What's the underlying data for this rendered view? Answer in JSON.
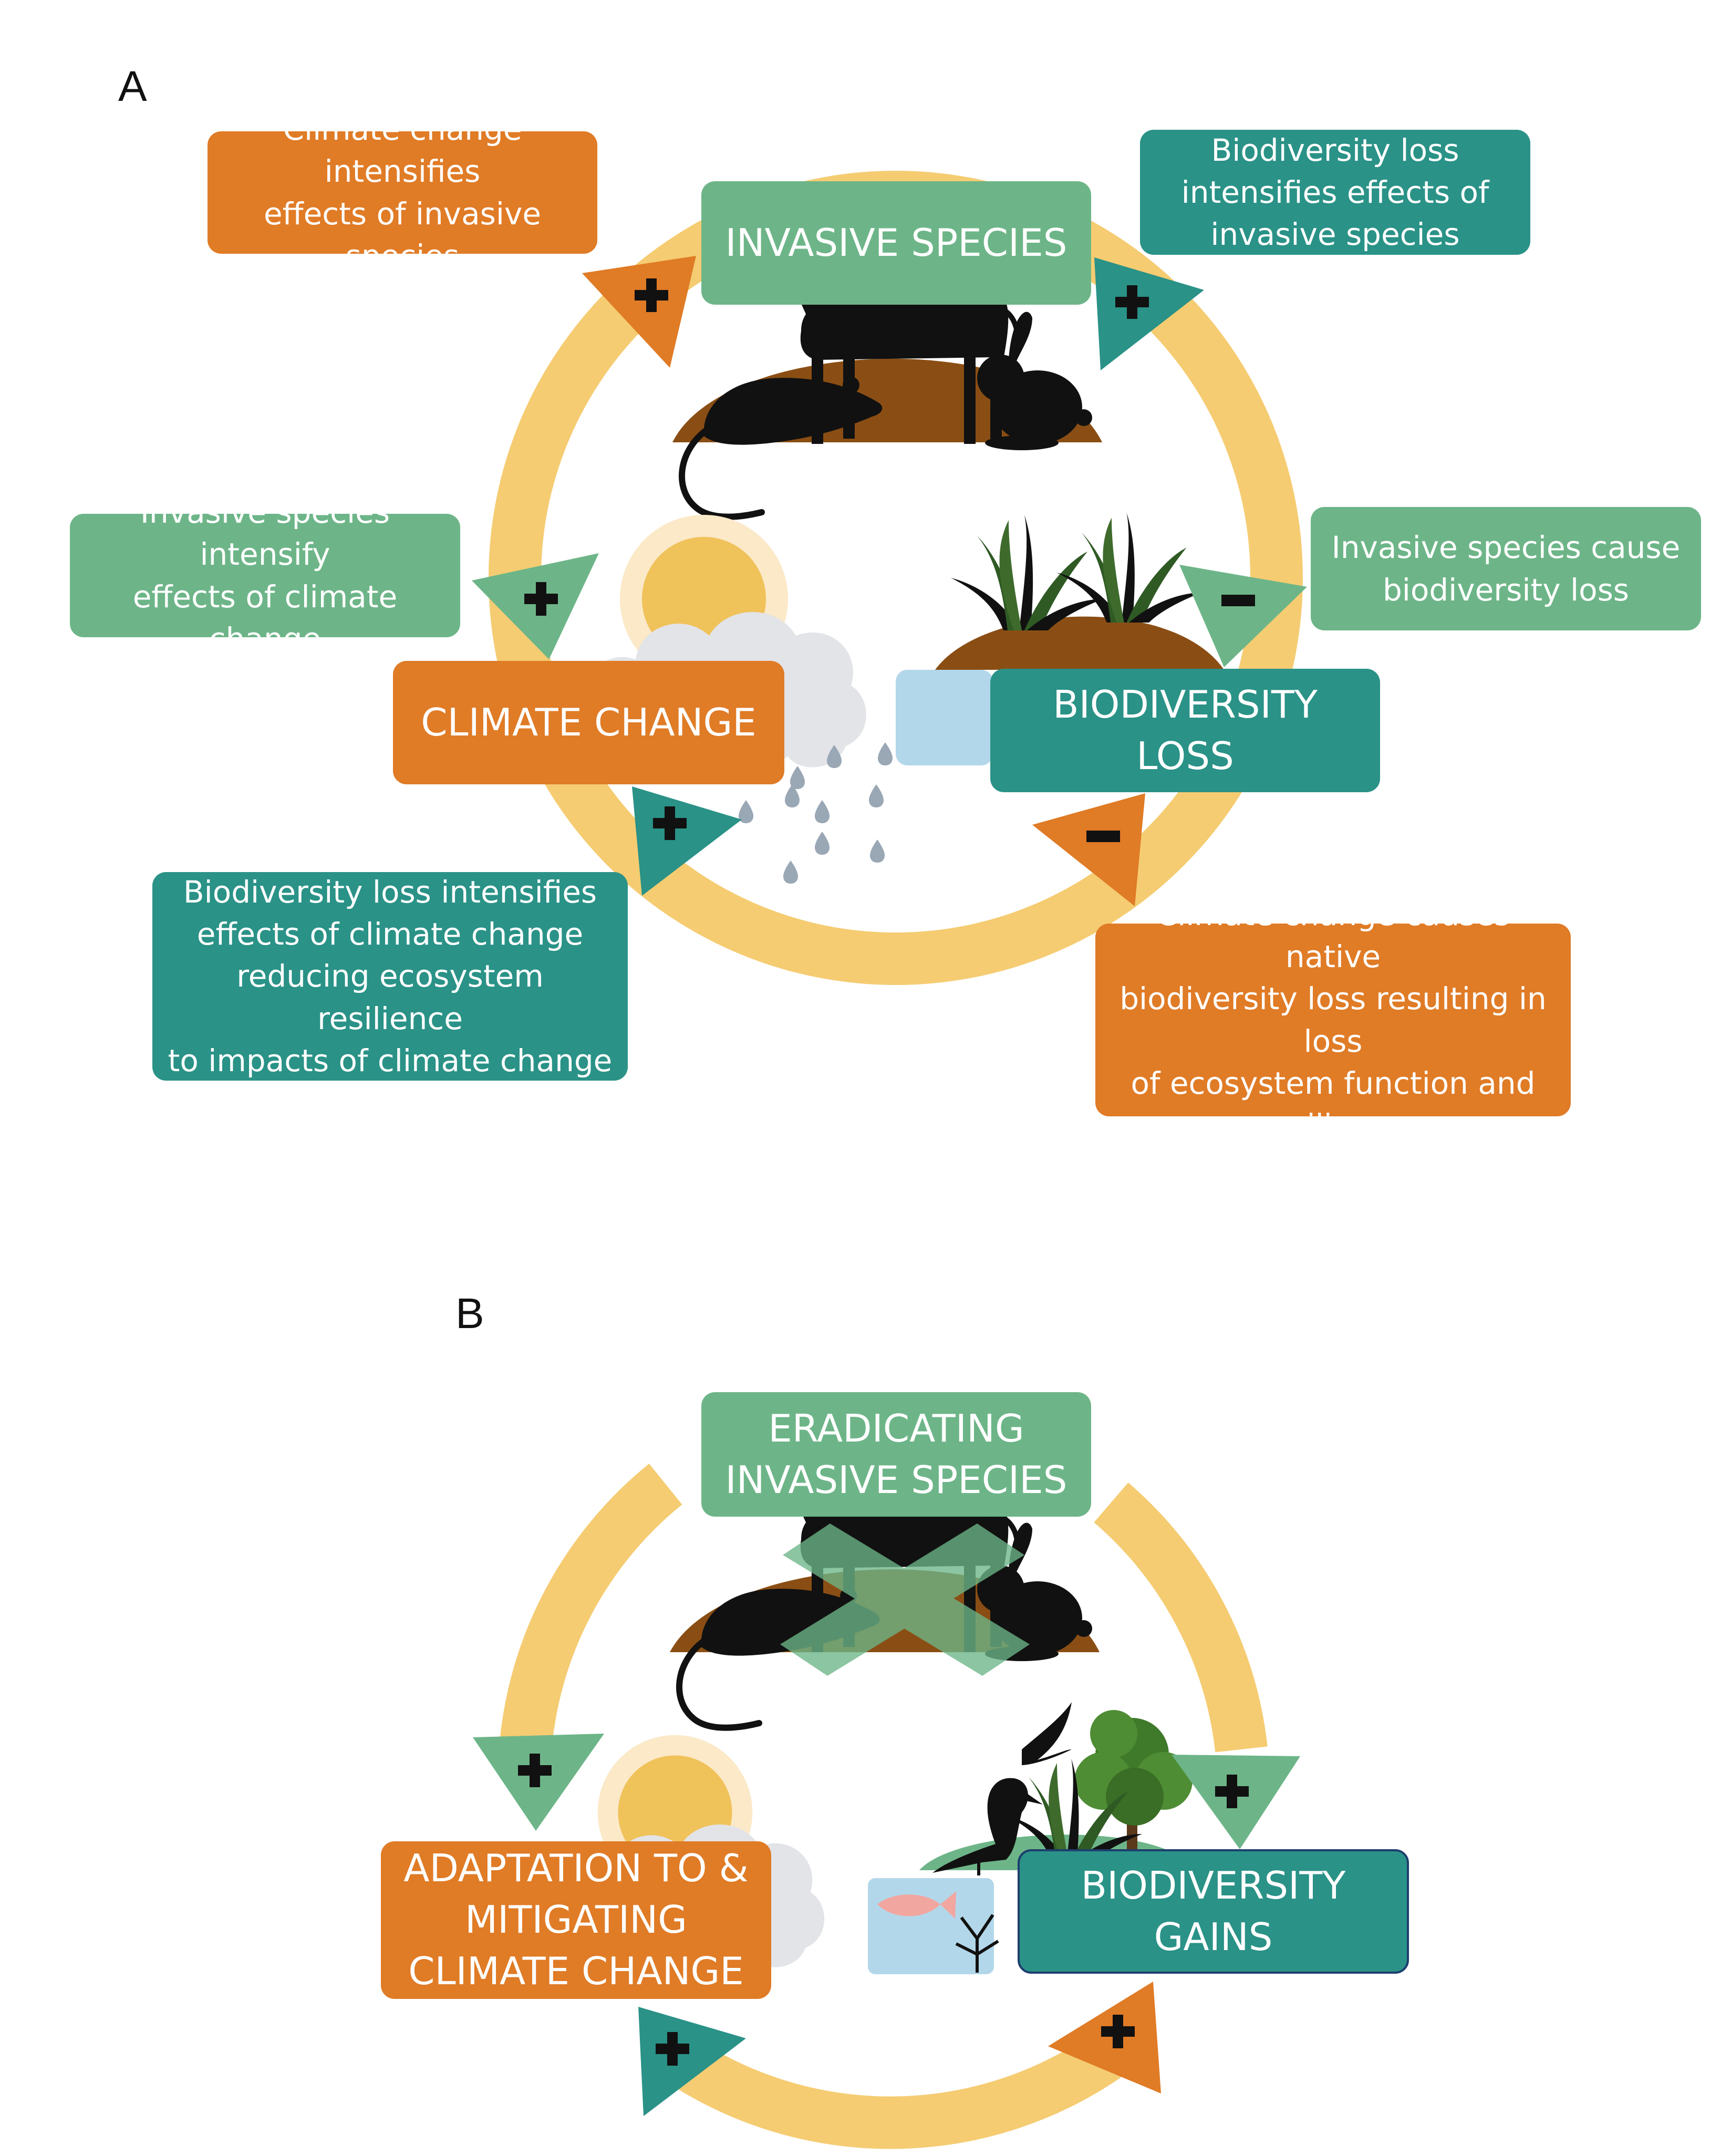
{
  "panel_a": {
    "letter": "A",
    "nodes": {
      "invasive_species": "INVASIVE SPECIES",
      "climate_change": "CLIMATE CHANGE",
      "biodiversity_loss": "BIODIVERSITY LOSS"
    },
    "notes": {
      "climate_intensifies_invasive": "Climate change intensifies\neffects of invasive species",
      "biodiversity_loss_intensifies_invasive": "Biodiversity loss\nintensifies effects of\ninvasive species",
      "invasive_intensify_climate": "Invasive species intensify\neffects of climate change",
      "invasive_cause_loss": "Invasive species cause\nbiodiversity loss",
      "loss_intensifies_climate": "Biodiversity loss intensifies\neffects of climate change\nreducing ecosystem resilience\nto impacts of climate change",
      "climate_causes_loss": "Climate change causes native\nbiodiversity loss resulting in loss\nof ecosystem function and\nresilience"
    },
    "arrow_signs": [
      "+",
      "+",
      "+",
      "−",
      "+",
      "−"
    ]
  },
  "panel_b": {
    "letter": "B",
    "nodes": {
      "eradicating": "ERADICATING\nINVASIVE SPECIES",
      "adaptation": "ADAPTATION TO &\nMITIGATING\nCLIMATE CHANGE",
      "gains": "BIODIVERSITY GAINS"
    },
    "arrow_signs": [
      "+",
      "+",
      "+",
      "+"
    ]
  },
  "colors": {
    "orange": "#e07b26",
    "green": "#6db588",
    "teal": "#2a9287",
    "cycle_ring": "#f5cc72",
    "soil": "#8a4e14",
    "water": "#b3d7ea",
    "sun": "#f0c25a",
    "cloud": "#e3e4e8",
    "rain": "#9aa7b5"
  },
  "icons": [
    "rat-icon",
    "goat-icon",
    "rabbit-icon",
    "grass-icon",
    "sun-cloud-icon",
    "rain-icon",
    "bird-icon",
    "tree-icon",
    "fish-icon",
    "coral-icon",
    "cross-out-icon"
  ]
}
